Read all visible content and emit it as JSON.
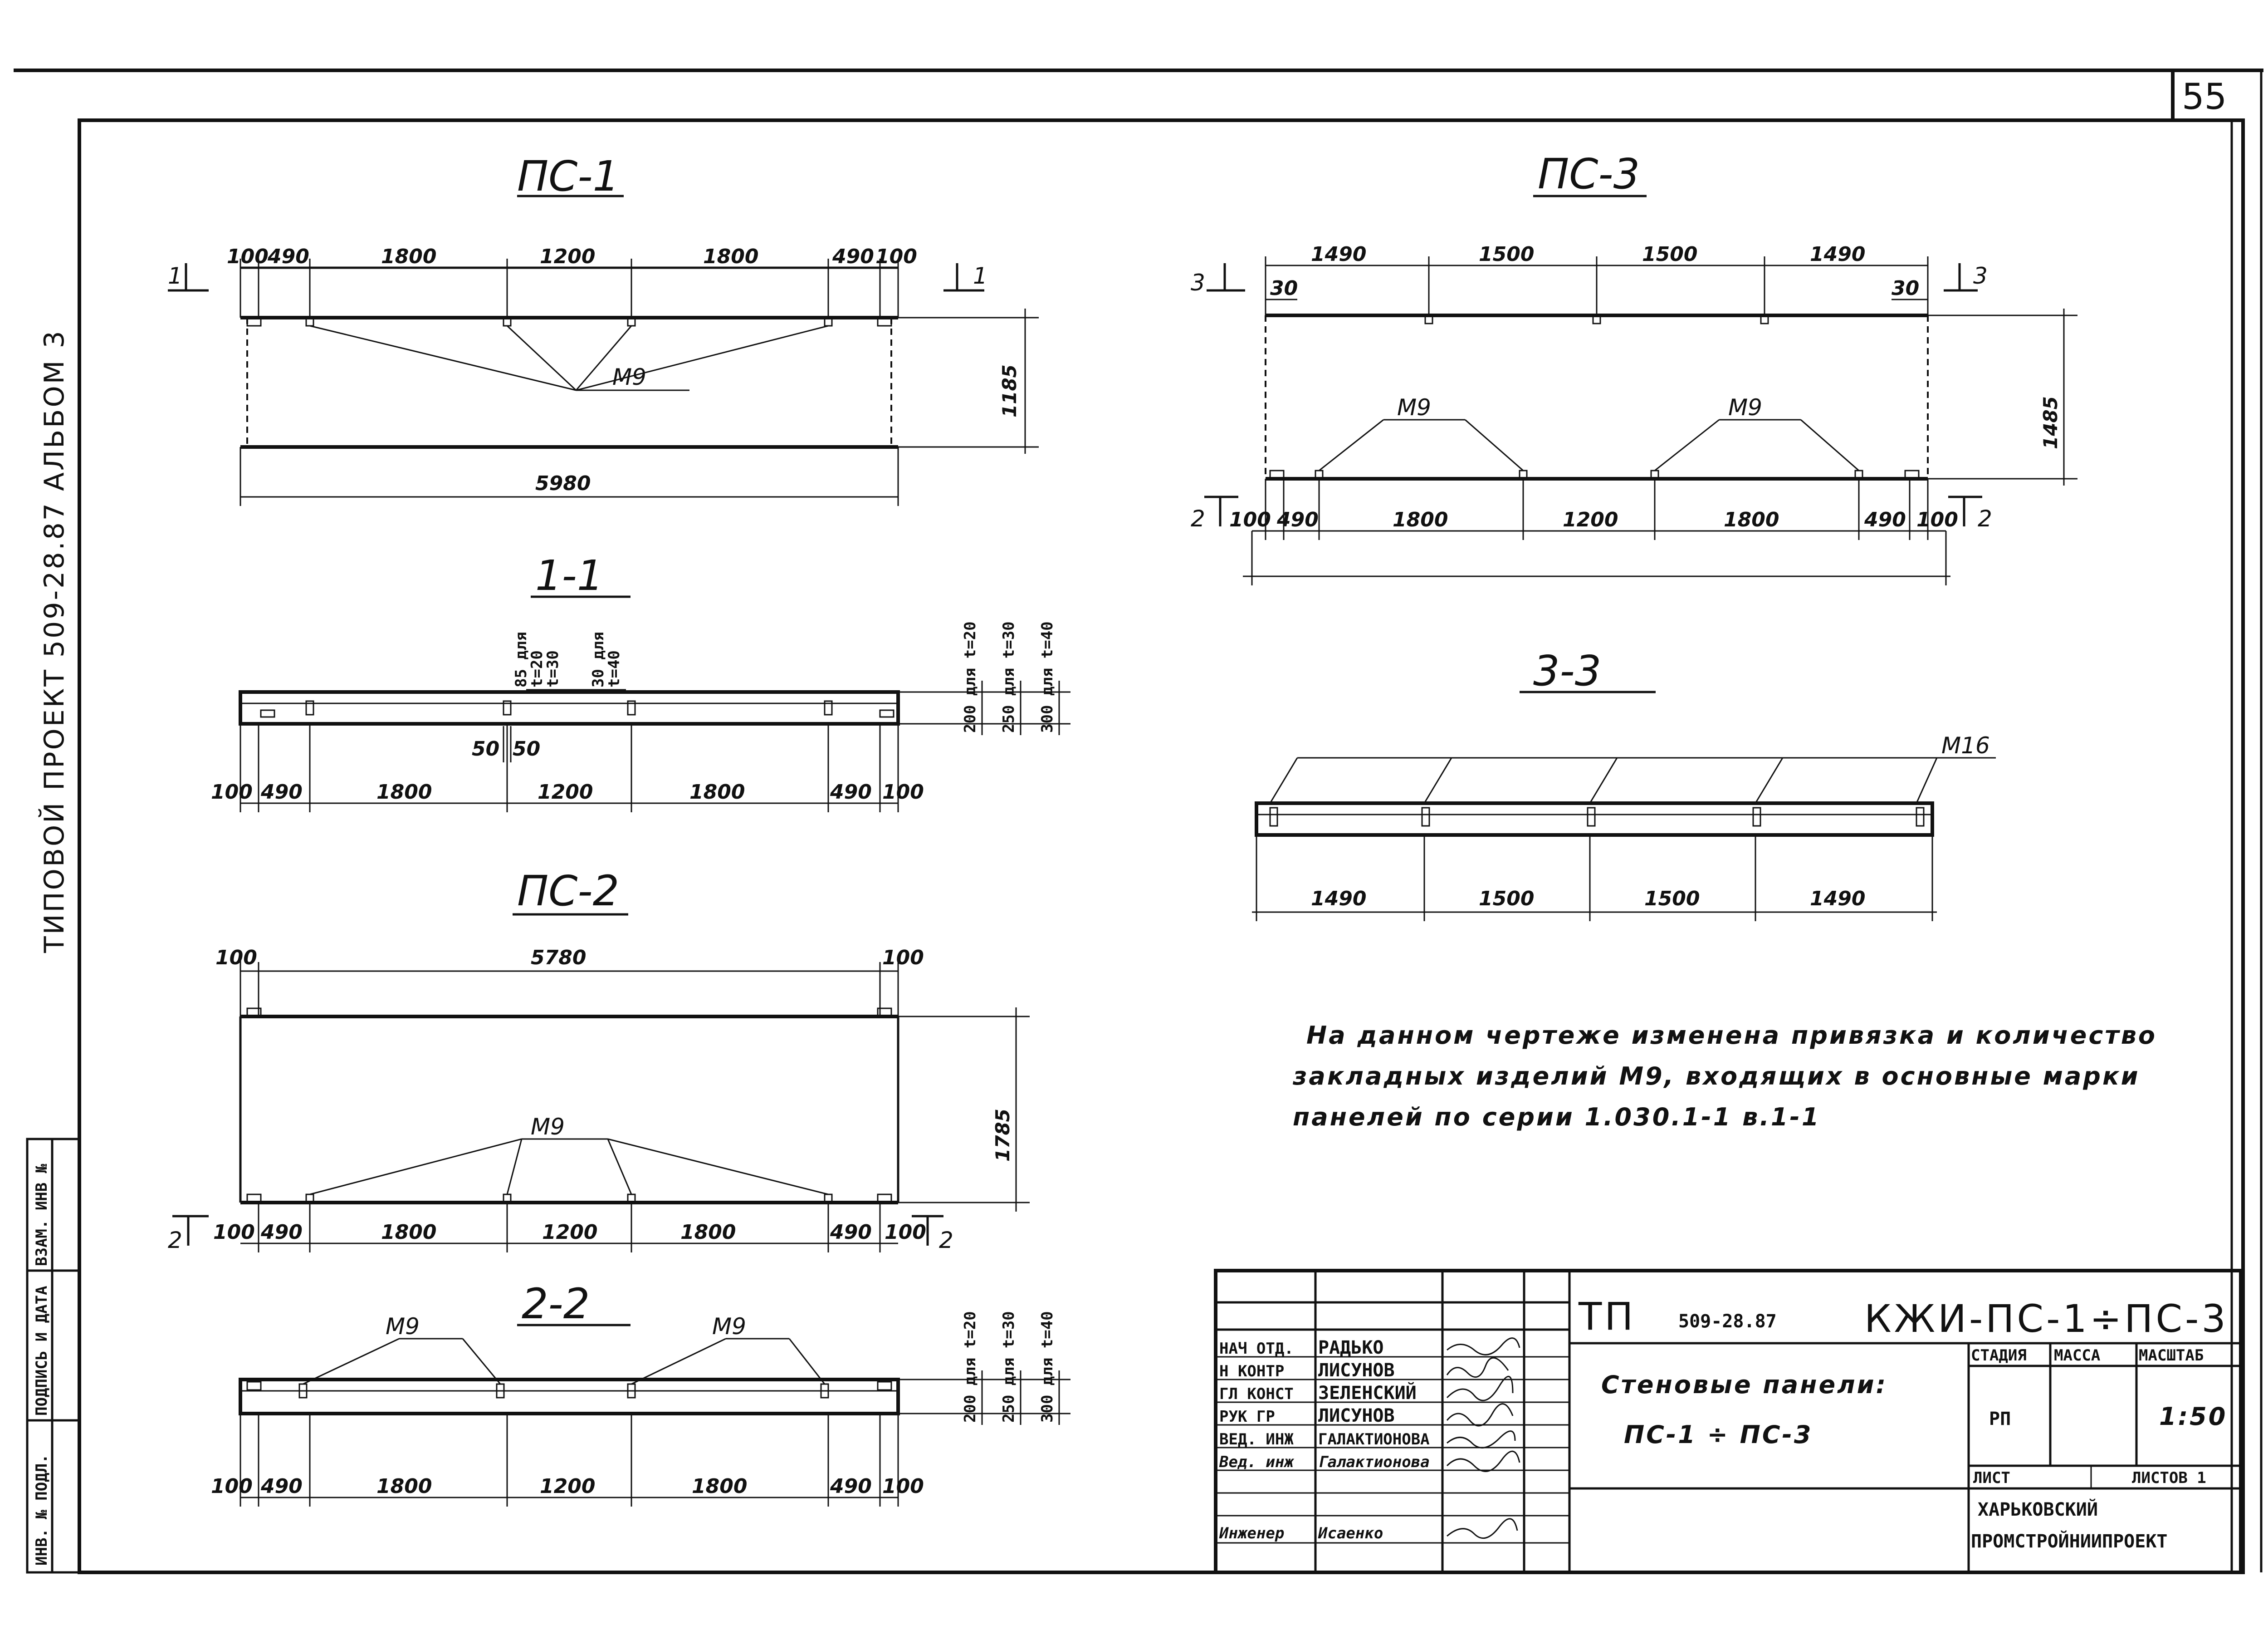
{
  "sheet_number": "55",
  "side_stamp": {
    "series": "ТИПОВОЙ ПРОЕКТ   509-28.87   АЛЬБОМ 3",
    "cells": [
      "ИНВ. № ПОДЛ.",
      "ПОДПИСЬ И ДАТА",
      "ВЗАМ. ИНВ №"
    ]
  },
  "views": {
    "ps1": {
      "title": "ПС-1",
      "top_dims": [
        "100",
        "490",
        "1800",
        "1200",
        "1800",
        "490",
        "100"
      ],
      "height": "1185",
      "length": "5980",
      "mark": "М9",
      "cut_label": "1"
    },
    "s11": {
      "title": "1-1",
      "bottom_dims": [
        "100",
        "490",
        "1800",
        "1200",
        "1800",
        "490",
        "100"
      ],
      "small_dims": [
        "50",
        "50"
      ],
      "mid_notes": [
        "85 для",
        "t=20",
        "t=30",
        "30 для",
        "t=40"
      ],
      "right_dims": [
        "200 для t=20",
        "250 для t=30",
        "300 для t=40"
      ]
    },
    "ps2": {
      "title": "ПС-2",
      "top_dims": [
        "100",
        "5780",
        "100"
      ],
      "height": "1785",
      "mark": "М9",
      "bottom_dims": [
        "100",
        "490",
        "1800",
        "1200",
        "1800",
        "490",
        "100"
      ],
      "cut_label": "2"
    },
    "s22": {
      "title": "2-2",
      "mark1": "М9",
      "mark2": "М9",
      "bottom_dims": [
        "100",
        "490",
        "1800",
        "1200",
        "1800",
        "490",
        "100"
      ],
      "right_dims": [
        "200 для t=20",
        "250 для t=30",
        "300 для t=40"
      ]
    },
    "ps3": {
      "title": "ПС-3",
      "top_dims": [
        "1490",
        "1500",
        "1500",
        "1490"
      ],
      "edge_dims": [
        "30",
        "30"
      ],
      "height": "1485",
      "mark1": "М9",
      "mark2": "М9",
      "bottom_dims": [
        "100",
        "490",
        "1800",
        "1200",
        "1800",
        "490",
        "100"
      ],
      "cut_top": "3",
      "cut_bottom": "2"
    },
    "s33": {
      "title": "3-3",
      "mark": "М16",
      "bottom_dims": [
        "1490",
        "1500",
        "1500",
        "1490"
      ]
    }
  },
  "note": {
    "line1": "На данном чертеже изменена привязка и количество",
    "line2": "закладных изделий М9, входящих в основные марки",
    "line3": "панелей по серии 1.030.1-1 в.1-1"
  },
  "title_block": {
    "tp_label": "ТП",
    "project_no": "509-28.87",
    "doc_code": "КЖИ-ПС-1÷ПС-3",
    "description_1": "Стеновые панели:",
    "description_2": "ПС-1 ÷ ПС-3",
    "stage_hdr": "СТАДИЯ",
    "mass_hdr": "МАССА",
    "scale_hdr": "МАСШТАБ",
    "stage": "РП",
    "scale": "1:50",
    "sheet_hdr": "ЛИСТ",
    "sheets_hdr": "ЛИСТОВ 1",
    "org_1": "ХАРЬКОВСКИЙ",
    "org_2": "ПРОМСТРОЙНИИПРОЕКТ",
    "roles": [
      {
        "role": "НАЧ ОТД.",
        "name": "РАДЬКО"
      },
      {
        "role": "Н КОНТР",
        "name": "ЛИСУНОВ"
      },
      {
        "role": "ГЛ КОНСТ",
        "name": "ЗЕЛЕНСКИЙ"
      },
      {
        "role": "РУК ГР",
        "name": "ЛИСУНОВ"
      },
      {
        "role": "ВЕД. ИНЖ",
        "name": "ГАЛАКТИОНОВА"
      },
      {
        "role": "Вед. инж",
        "name": "Галактионова"
      },
      {
        "role": "Инженер",
        "name": "Исаенко"
      }
    ]
  }
}
